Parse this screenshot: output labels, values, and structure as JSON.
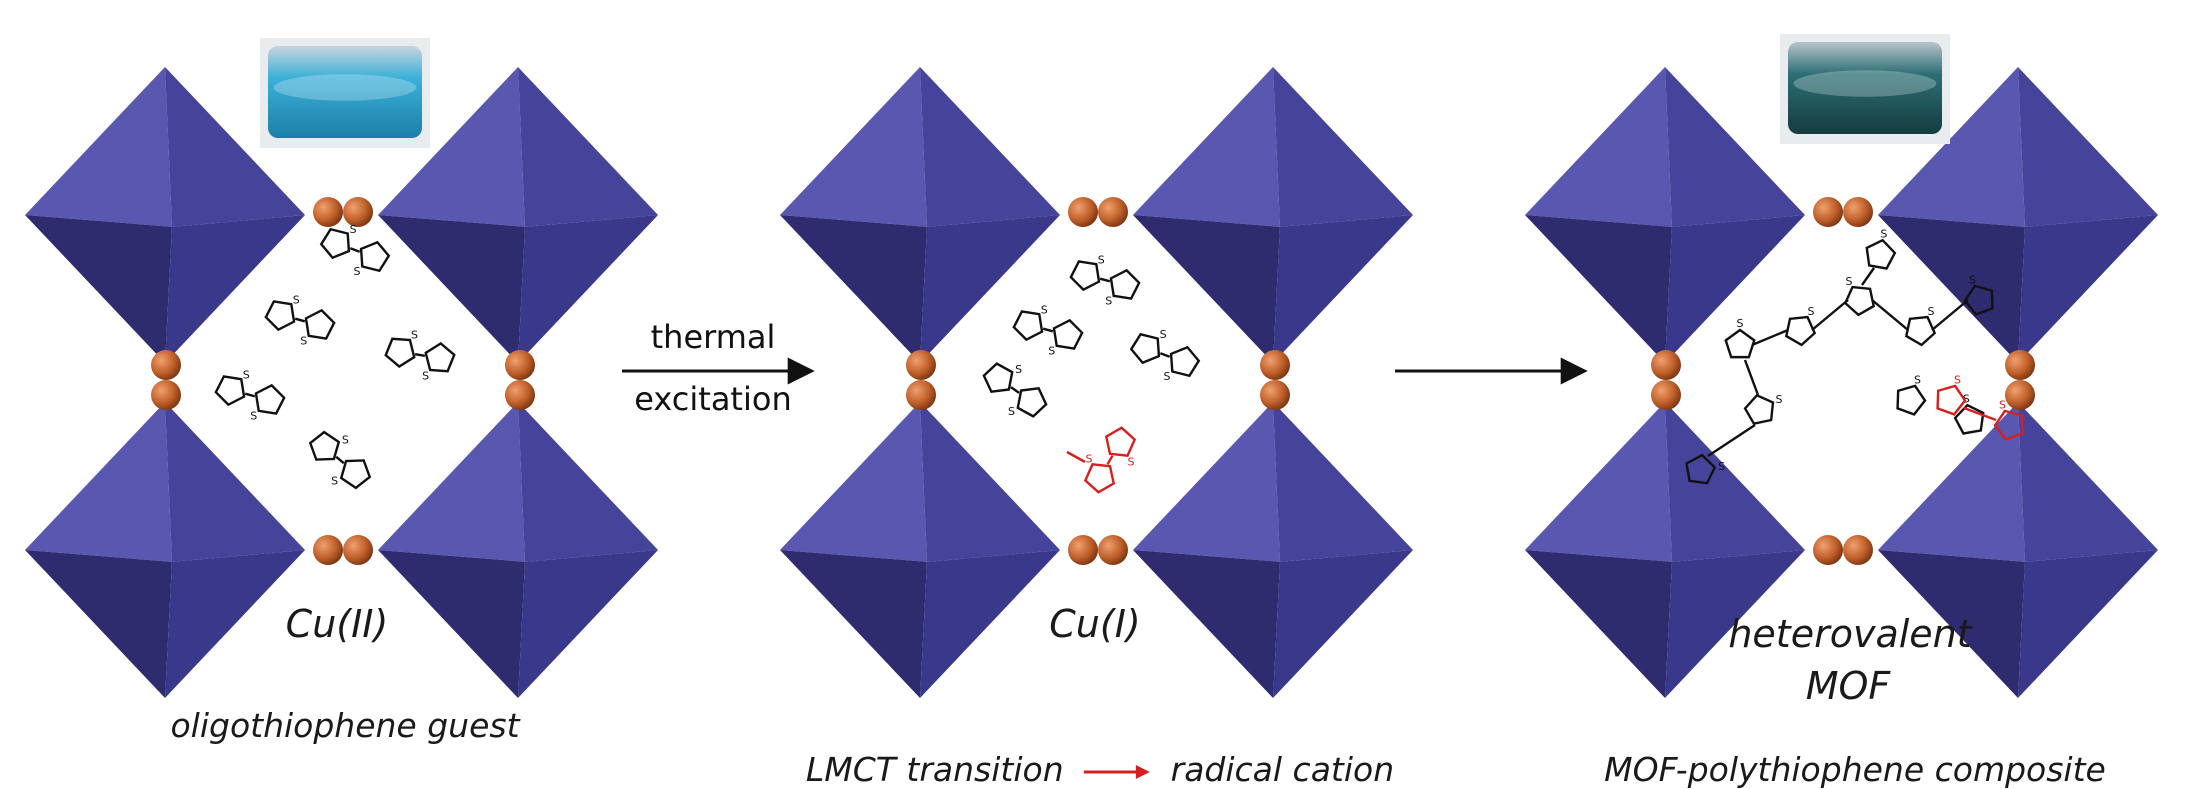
{
  "panels": [
    {
      "metal_label": "Cu(II)",
      "caption": "oligothiophene guest"
    },
    {
      "metal_label": "Cu(I)",
      "caption_part1": "LMCT transition",
      "caption_part2": "radical cation"
    },
    {
      "metal_label_line1": "heterovalent",
      "metal_label_line2": "MOF",
      "caption": "MOF-polythiophene composite"
    }
  ],
  "arrow1": {
    "line1": "thermal",
    "line2": "excitation"
  },
  "colors": {
    "octahedron_light": "#5a57b0",
    "octahedron_mid": "#46449a",
    "octahedron_dark": "#2e2c6e",
    "copper_node": "#c0602a",
    "radical_highlight": "#d62020",
    "vial_blue": "#2aa0c8",
    "vial_dark": "#1f5a60"
  }
}
